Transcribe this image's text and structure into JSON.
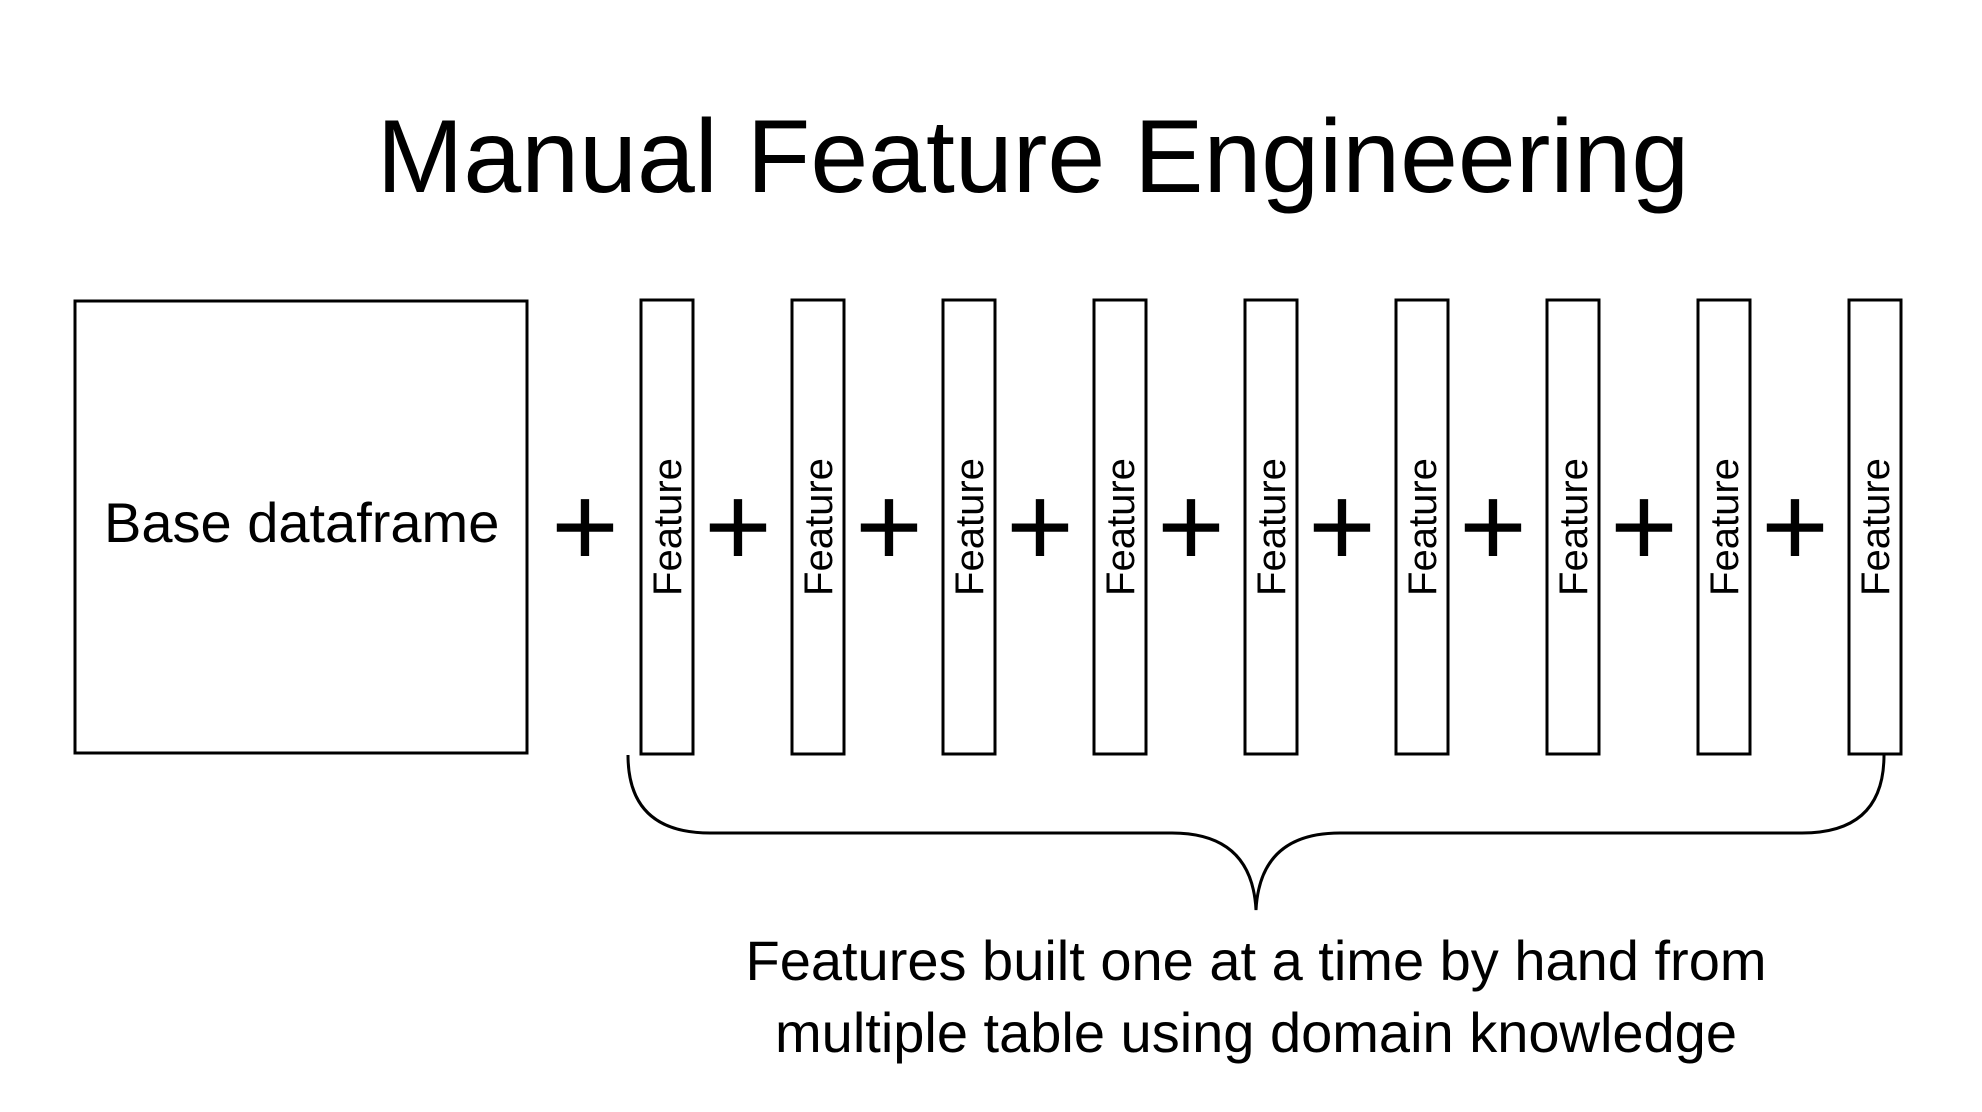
{
  "title": "Manual Feature Engineering",
  "base": {
    "label": "Base dataframe"
  },
  "plus_symbol": "+",
  "features": [
    {
      "label": "Feature"
    },
    {
      "label": "Feature"
    },
    {
      "label": "Feature"
    },
    {
      "label": "Feature"
    },
    {
      "label": "Feature"
    },
    {
      "label": "Feature"
    },
    {
      "label": "Feature"
    },
    {
      "label": "Feature"
    },
    {
      "label": "Feature"
    }
  ],
  "caption": {
    "line1": "Features built one at a time by hand from",
    "line2": "multiple table using domain knowledge"
  },
  "colors": {
    "stroke": "#000000",
    "background": "#ffffff"
  }
}
